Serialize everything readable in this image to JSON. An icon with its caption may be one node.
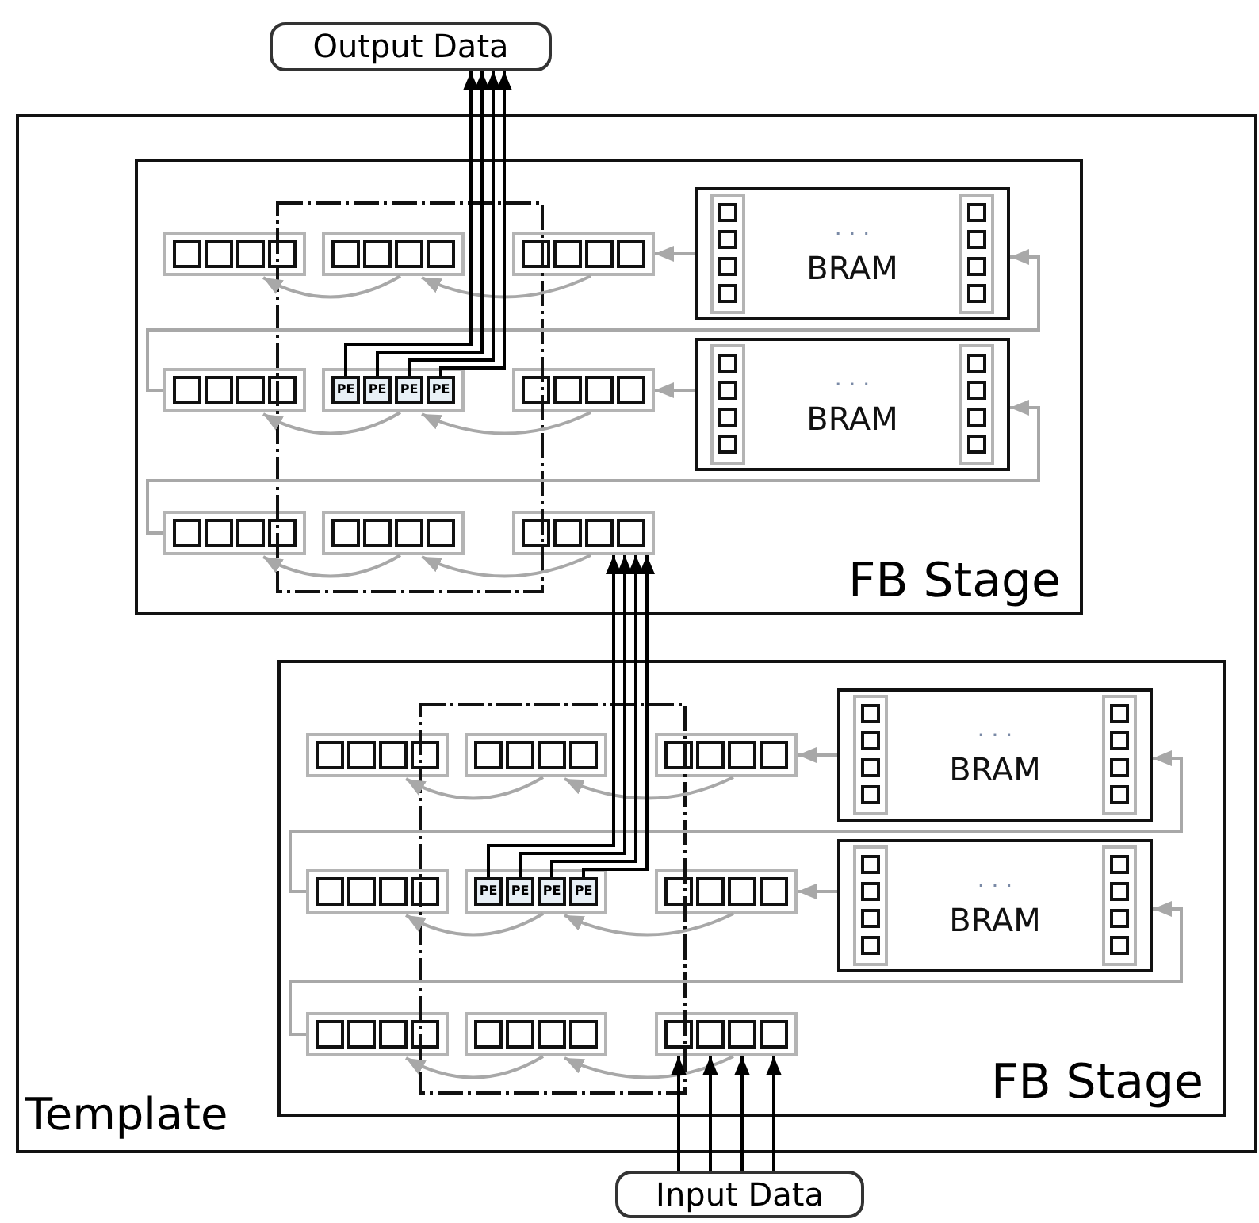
{
  "diagram": {
    "nodes": [
      {
        "text": [
          "Output Data"
        ]
      },
      {
        "text": [
          "Template"
        ]
      },
      {
        "text": [
          "FB Stage"
        ],
        "in": 1
      },
      {
        "text": [],
        "shape": "box",
        "in": 2
      },
      {
        "text": [],
        "shape": "box",
        "in": 2
      },
      {
        "text": [],
        "shape": "box",
        "in": 2
      },
      {
        "text": [
          "· · ·",
          "BRAM"
        ],
        "in": 2
      },
      {
        "text": [],
        "shape": "box",
        "in": 2
      },
      {
        "text": [],
        "shape": "box",
        "in": 2
      },
      {
        "text": [
          "PE"
        ],
        "in": 8
      },
      {
        "text": [
          "PE"
        ],
        "in": 8
      },
      {
        "text": [
          "PE"
        ],
        "in": 8
      },
      {
        "text": [
          "PE"
        ],
        "in": 8
      },
      {
        "text": [],
        "shape": "box",
        "in": 2
      },
      {
        "text": [
          "· · ·",
          "BRAM"
        ],
        "in": 2
      },
      {
        "text": [],
        "shape": "box",
        "in": 2
      },
      {
        "text": [],
        "shape": "box",
        "in": 2
      },
      {
        "text": [],
        "shape": "box",
        "in": 2
      },
      {
        "text": [
          "FB Stage"
        ],
        "in": 1
      },
      {
        "text": [],
        "shape": "box",
        "in": 18
      },
      {
        "text": [],
        "shape": "box",
        "in": 18
      },
      {
        "text": [],
        "shape": "box",
        "in": 18
      },
      {
        "text": [
          "· · ·",
          "BRAM"
        ],
        "in": 18
      },
      {
        "text": [],
        "shape": "box",
        "in": 18
      },
      {
        "text": [],
        "shape": "box",
        "in": 18
      },
      {
        "text": [
          "PE"
        ],
        "in": 24
      },
      {
        "text": [
          "PE"
        ],
        "in": 24
      },
      {
        "text": [
          "PE"
        ],
        "in": 24
      },
      {
        "text": [
          "PE"
        ],
        "in": 24
      },
      {
        "text": [],
        "shape": "box",
        "in": 18
      },
      {
        "text": [
          "· · ·",
          "BRAM"
        ],
        "in": 18
      },
      {
        "text": [],
        "shape": "box",
        "in": 18
      },
      {
        "text": [],
        "shape": "box",
        "in": 18
      },
      {
        "text": [],
        "shape": "box",
        "in": 18
      },
      {
        "text": [
          "Input Data"
        ]
      }
    ],
    "edges": [
      {
        "from": 6,
        "to": 5,
        "arrow": "to"
      },
      {
        "from": 5,
        "to": 4,
        "arrow": "to"
      },
      {
        "from": 4,
        "to": 3,
        "arrow": "to"
      },
      {
        "from": 7,
        "to": 6,
        "arrow": "to"
      },
      {
        "from": 14,
        "to": 13,
        "arrow": "to"
      },
      {
        "from": 13,
        "to": 8,
        "arrow": "to"
      },
      {
        "from": 8,
        "to": 7,
        "arrow": "to"
      },
      {
        "from": 15,
        "to": 14,
        "arrow": "to"
      },
      {
        "from": 17,
        "to": 16,
        "arrow": "to"
      },
      {
        "from": 16,
        "to": 15,
        "arrow": "to"
      },
      {
        "from": 9,
        "to": 0,
        "arrow": "to",
        "color": "#000000"
      },
      {
        "from": 10,
        "to": 0,
        "arrow": "to",
        "color": "#000000"
      },
      {
        "from": 11,
        "to": 0,
        "arrow": "to",
        "color": "#000000"
      },
      {
        "from": 12,
        "to": 0,
        "arrow": "to",
        "color": "#000000"
      },
      {
        "from": 22,
        "to": 21,
        "arrow": "to"
      },
      {
        "from": 21,
        "to": 20,
        "arrow": "to"
      },
      {
        "from": 20,
        "to": 19,
        "arrow": "to"
      },
      {
        "from": 23,
        "to": 22,
        "arrow": "to"
      },
      {
        "from": 30,
        "to": 29,
        "arrow": "to"
      },
      {
        "from": 29,
        "to": 24,
        "arrow": "to"
      },
      {
        "from": 24,
        "to": 23,
        "arrow": "to"
      },
      {
        "from": 31,
        "to": 30,
        "arrow": "to"
      },
      {
        "from": 33,
        "to": 32,
        "arrow": "to"
      },
      {
        "from": 32,
        "to": 31,
        "arrow": "to"
      },
      {
        "from": 25,
        "to": 17,
        "arrow": "to",
        "color": "#000000"
      },
      {
        "from": 26,
        "to": 17,
        "arrow": "to",
        "color": "#000000"
      },
      {
        "from": 27,
        "to": 17,
        "arrow": "to",
        "color": "#000000"
      },
      {
        "from": 28,
        "to": 17,
        "arrow": "to",
        "color": "#000000"
      },
      {
        "from": 34,
        "to": 33,
        "arrow": "to",
        "color": "#000000"
      },
      {
        "from": 34,
        "to": 33,
        "arrow": "to",
        "color": "#000000"
      },
      {
        "from": 34,
        "to": 33,
        "arrow": "to",
        "color": "#000000"
      },
      {
        "from": 34,
        "to": 33,
        "arrow": "to",
        "color": "#000000"
      }
    ]
  }
}
